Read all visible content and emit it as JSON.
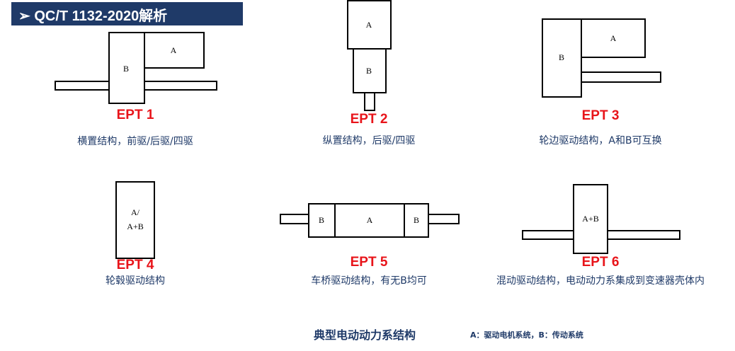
{
  "header": {
    "title": "➢ QC/T 1132-2020解析"
  },
  "colors": {
    "header_bg": "#1f3a68",
    "ept_label": "#e8141a",
    "caption": "#1f3a68"
  },
  "diagrams": [
    {
      "id": "EPT 1",
      "caption": "横置结构，前驱/后驱/四驱",
      "labels": {
        "a": "A",
        "b": "B"
      }
    },
    {
      "id": "EPT 2",
      "caption": "纵置结构，后驱/四驱",
      "labels": {
        "a": "A",
        "b": "B"
      }
    },
    {
      "id": "EPT 3",
      "caption": "轮边驱动结构，A和B可互换",
      "labels": {
        "a": "A",
        "b": "B"
      }
    },
    {
      "id": "EPT 4",
      "caption": "轮毂驱动结构",
      "labels": {
        "ab_line1": "A/",
        "ab_line2": "A+B"
      }
    },
    {
      "id": "EPT 5",
      "caption": "车桥驱动结构，有无B均可",
      "labels": {
        "a": "A",
        "b_left": "B",
        "b_right": "B"
      }
    },
    {
      "id": "EPT 6",
      "caption": "混动驱动结构，电动动力系集成到变速器壳体内",
      "labels": {
        "ab": "A+B"
      }
    }
  ],
  "footer": {
    "title": "典型电动动力系结构",
    "legend": "A：驱动电机系统，B：传动系统"
  }
}
